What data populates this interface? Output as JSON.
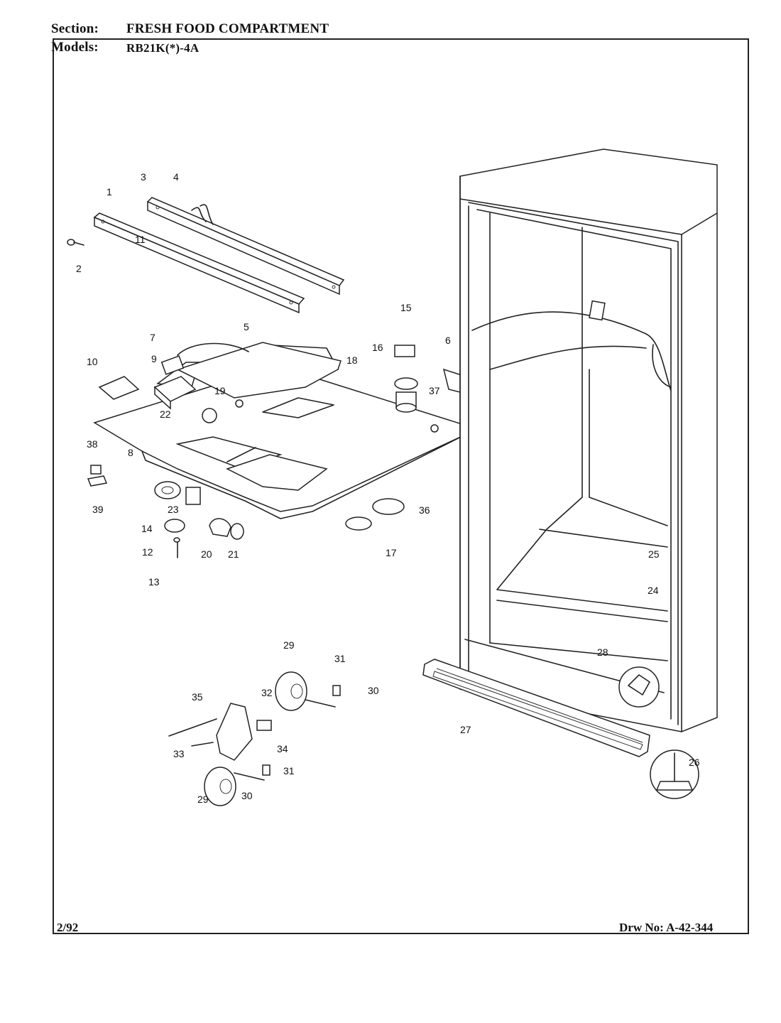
{
  "header": {
    "section_label": "Section:",
    "section_value": "FRESH FOOD COMPARTMENT",
    "models_label": "Models:",
    "models_value": "RB21K(*)-4A"
  },
  "footer": {
    "date": "2/92",
    "drawing_number": "Drw No: A-42-344"
  },
  "callouts": [
    "1",
    "2",
    "3",
    "4",
    "5",
    "6",
    "7",
    "8",
    "9",
    "10",
    "11",
    "12",
    "13",
    "14",
    "15",
    "16",
    "17",
    "18",
    "19",
    "20",
    "21",
    "22",
    "23",
    "24",
    "25",
    "26",
    "27",
    "28",
    "29",
    "29",
    "30",
    "30",
    "31",
    "31",
    "32",
    "33",
    "34",
    "35",
    "36",
    "37",
    "38",
    "39"
  ]
}
